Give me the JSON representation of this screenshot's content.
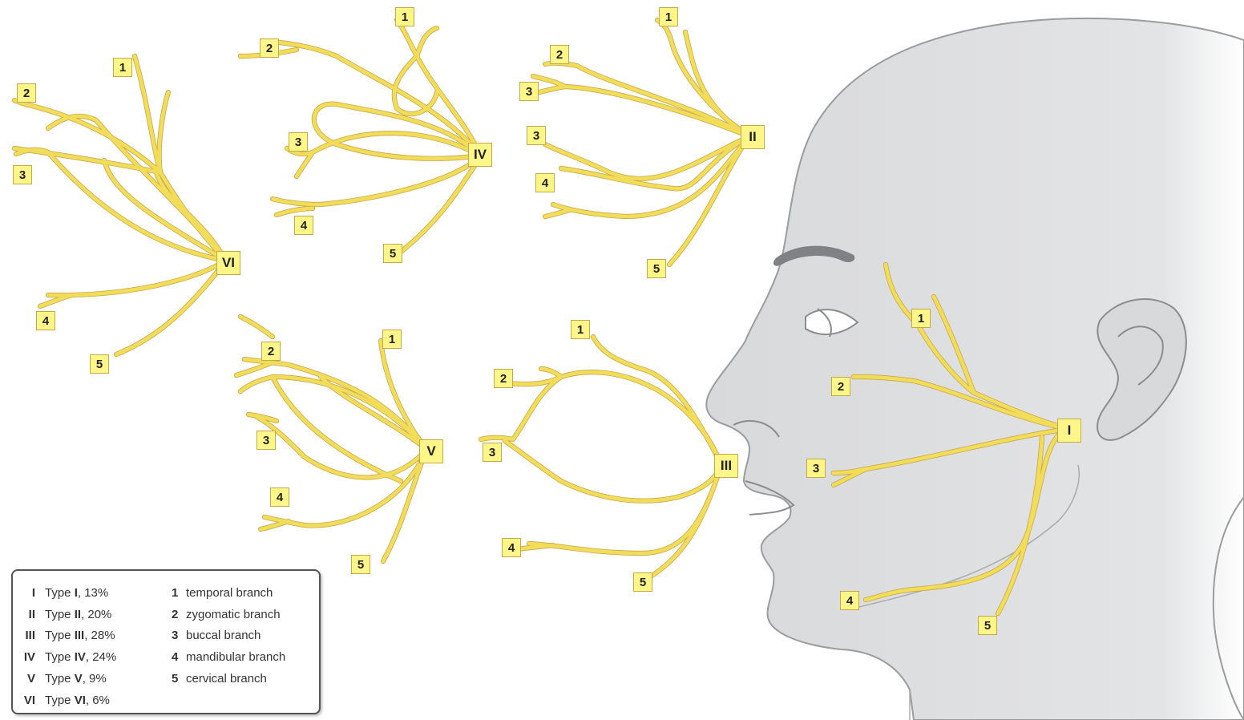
{
  "types": [
    {
      "numeral": "I",
      "prefix": "Type ",
      "bold": "I",
      "suffix": ", 13%"
    },
    {
      "numeral": "II",
      "prefix": "Type ",
      "bold": "II",
      "suffix": ", 20%"
    },
    {
      "numeral": "III",
      "prefix": "Type ",
      "bold": "III",
      "suffix": ", 28%"
    },
    {
      "numeral": "IV",
      "prefix": "Type ",
      "bold": "IV",
      "suffix": ", 24%"
    },
    {
      "numeral": "V",
      "prefix": "Type ",
      "bold": "V",
      "suffix": ", 9%"
    },
    {
      "numeral": "VI",
      "prefix": "Type ",
      "bold": "VI",
      "suffix": ", 6%"
    }
  ],
  "branches": [
    {
      "key": "1",
      "name": "temporal branch"
    },
    {
      "key": "2",
      "name": "zygomatic branch"
    },
    {
      "key": "3",
      "name": "buccal branch"
    },
    {
      "key": "4",
      "name": "mandibular branch"
    },
    {
      "key": "5",
      "name": "cervical branch"
    }
  ],
  "diagram_labels": {
    "VI": {
      "type": "VI",
      "n1": "1",
      "n2": "2",
      "n3": "3",
      "n4": "4",
      "n5": "5"
    },
    "IV": {
      "type": "IV",
      "n1": "1",
      "n2": "2",
      "n3": "3",
      "n4": "4",
      "n5": "5"
    },
    "II": {
      "type": "II",
      "n1": "1",
      "n2": "2",
      "n3a": "3",
      "n3b": "3",
      "n4": "4",
      "n5": "5"
    },
    "V": {
      "type": "V",
      "n1": "1",
      "n2": "2",
      "n3": "3",
      "n4": "4",
      "n5": "5"
    },
    "III": {
      "type": "III",
      "n1": "1",
      "n2": "2",
      "n3": "3",
      "n4": "4",
      "n5": "5"
    },
    "I": {
      "type": "I",
      "n1": "1",
      "n2": "2",
      "n3": "3",
      "n4": "4",
      "n5": "5"
    }
  },
  "colors": {
    "nerve": "#f2dd5a",
    "nerve_outline": "#c9a84a",
    "label_fill": "#fff68a",
    "head_fill": "#d9dadc",
    "head_outline": "#9a9c9f"
  }
}
